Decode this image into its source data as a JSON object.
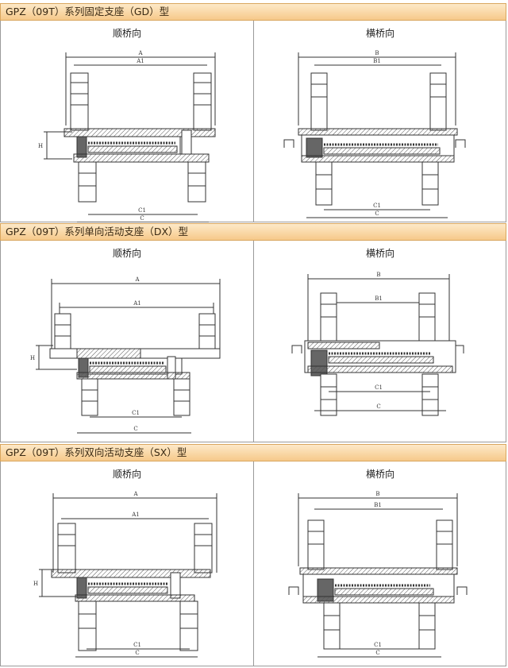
{
  "sections": [
    {
      "title": "GPZ（09T）系列固定支座（GD）型",
      "left": {
        "title": "顺桥向",
        "labels": {
          "overall": "A",
          "inner": "A1",
          "height": "H",
          "base_outer": "C",
          "base_inner": "C1"
        }
      },
      "right": {
        "title": "横桥向",
        "labels": {
          "overall": "B",
          "inner": "B1",
          "base_outer": "C",
          "base_inner": "C1"
        }
      }
    },
    {
      "title": "GPZ（09T）系列单向活动支座（DX）型",
      "left": {
        "title": "顺桥向",
        "labels": {
          "overall": "A",
          "inner": "A1",
          "height": "H",
          "base_outer": "C",
          "base_inner": "C1"
        }
      },
      "right": {
        "title": "横桥向",
        "labels": {
          "overall": "B",
          "inner": "B1",
          "base_outer": "C",
          "base_inner": "C1"
        }
      }
    },
    {
      "title": "GPZ（09T）系列双向活动支座（SX）型",
      "left": {
        "title": "顺桥向",
        "labels": {
          "overall": "A",
          "inner": "A1",
          "height": "H",
          "base_outer": "C",
          "base_inner": "C1"
        }
      },
      "right": {
        "title": "横桥向",
        "labels": {
          "overall": "B",
          "inner": "B1",
          "base_outer": "C",
          "base_inner": "C1"
        }
      }
    }
  ],
  "colors": {
    "header_bg": "#f6c98a",
    "header_border": "#d9a65e",
    "line": "#333333",
    "hatch": "#555555"
  }
}
